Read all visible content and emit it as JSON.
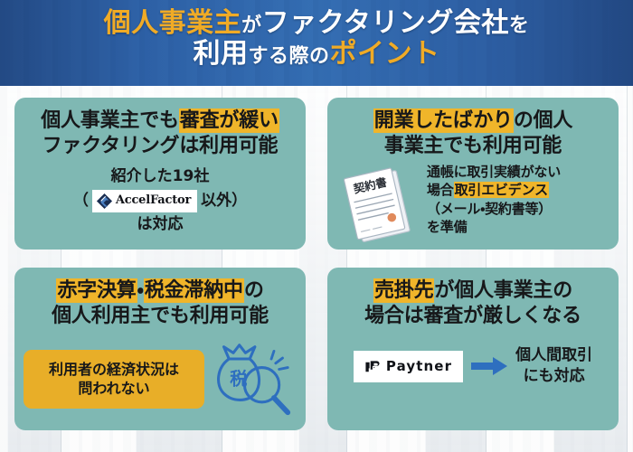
{
  "header": {
    "title_line1_parts": [
      {
        "text": "個人事業主",
        "style": "highlight"
      },
      {
        "text": "が",
        "style": "white-small"
      },
      {
        "text": "ファクタリング会社",
        "style": "white"
      },
      {
        "text": "を",
        "style": "white-small"
      }
    ],
    "title_line2_parts": [
      {
        "text": "利用",
        "style": "white"
      },
      {
        "text": "する際の",
        "style": "white-small"
      },
      {
        "text": "ポイント",
        "style": "highlight"
      }
    ],
    "title_line1_plain": "個人事業主がファクタリング会社を",
    "title_line2_plain": "利用する際のポイント",
    "title_highlight_color": "#F0AB26",
    "title_text_color": "#FFFFFF",
    "band_color": "#2D5F9E"
  },
  "theme": {
    "card_bg": "#7FB8B3",
    "marker_yellow": "#F0B52A",
    "pill_yellow": "#E8AE28",
    "accent_blue": "#2E6FBF",
    "text_dark": "#17181A"
  },
  "cards": {
    "top_left": {
      "name": "審査が緩いファクタリング",
      "heading_line1_pre": "個人事業主でも",
      "heading_line1_mark": "審査が緩い",
      "heading_line2": "ファクタリングは利用可能",
      "body_line1": "紹介した19社",
      "body_paren_open": "（",
      "body_after_logo": "以外）",
      "body_line3": "は対応",
      "logo": {
        "name": "accelfactor-logo",
        "word": "AccelFactor",
        "mark_color_outer": "#1B2E52",
        "mark_color_inner": "#4A7FC1"
      }
    },
    "top_right": {
      "name": "開業したばかりでも利用可能",
      "heading_line1_mark": "開業したばかり",
      "heading_line1_post": "の個人",
      "heading_line2": "事業主でも利用可能",
      "body_line1": "通帳に取引実績がない",
      "body_line2_pre": "場合",
      "body_line2_mark": "取引エビデンス",
      "body_line3": "（メール・契約書等）",
      "body_line4": "を準備",
      "illustration": {
        "name": "contract-document-icon",
        "label": "契約書",
        "seal_color": "#E08A5B"
      }
    },
    "bottom_left": {
      "name": "赤字決算・税金滞納中でも利用可能",
      "heading_mark1": "赤字決算",
      "heading_sep": "・",
      "heading_mark2": "税金滞納中",
      "heading_post": "の",
      "heading_line2": "個人利用主でも利用可能",
      "pill_line1": "利用者の経済状況は",
      "pill_line2": "問われない",
      "illustration": {
        "name": "tax-moneybag-magnifier-icon",
        "label": "税",
        "color": "#2E6FBF"
      }
    },
    "bottom_right": {
      "name": "売掛先が個人事業主の場合",
      "heading_mark": "売掛先",
      "heading_post": "が個人事業主の",
      "heading_line2": "場合は審査が厳しくなる",
      "logo": {
        "name": "paytner-logo",
        "word": "Paytner",
        "mark_color": "#111318"
      },
      "arrow": {
        "name": "right-arrow-icon",
        "color": "#2E6FBF"
      },
      "note_line1": "個人間取引",
      "note_line2": "にも対応"
    }
  }
}
